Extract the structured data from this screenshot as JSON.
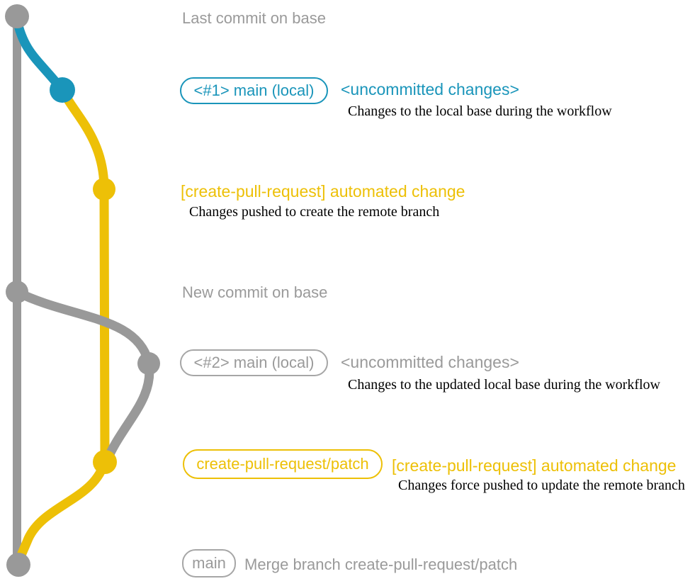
{
  "colors": {
    "base_gray": "#999999",
    "local_blue": "#1a95ba",
    "branch_yellow": "#edc007",
    "note_black": "#000000",
    "label_gray": "#9a9a9a"
  },
  "sections": {
    "last_commit_on_base": {
      "label": "Last commit on base"
    },
    "local_main_1": {
      "badge": "<#1> main (local)",
      "status": "<uncommitted changes>",
      "note": "Changes to the local base during the workflow"
    },
    "automated_change_1": {
      "title": "[create-pull-request] automated change",
      "note": "Changes pushed to create the remote branch"
    },
    "new_commit_on_base": {
      "label": "New commit on base"
    },
    "local_main_2": {
      "badge": "<#2> main (local)",
      "status": "<uncommitted changes>",
      "note": "Changes to the updated local base during the workflow"
    },
    "remote_branch": {
      "badge": "create-pull-request/patch",
      "title": "[create-pull-request] automated change",
      "note": "Changes force pushed to update the remote branch"
    },
    "merge_commit": {
      "badge": "main",
      "label": "Merge branch create-pull-request/patch"
    }
  }
}
